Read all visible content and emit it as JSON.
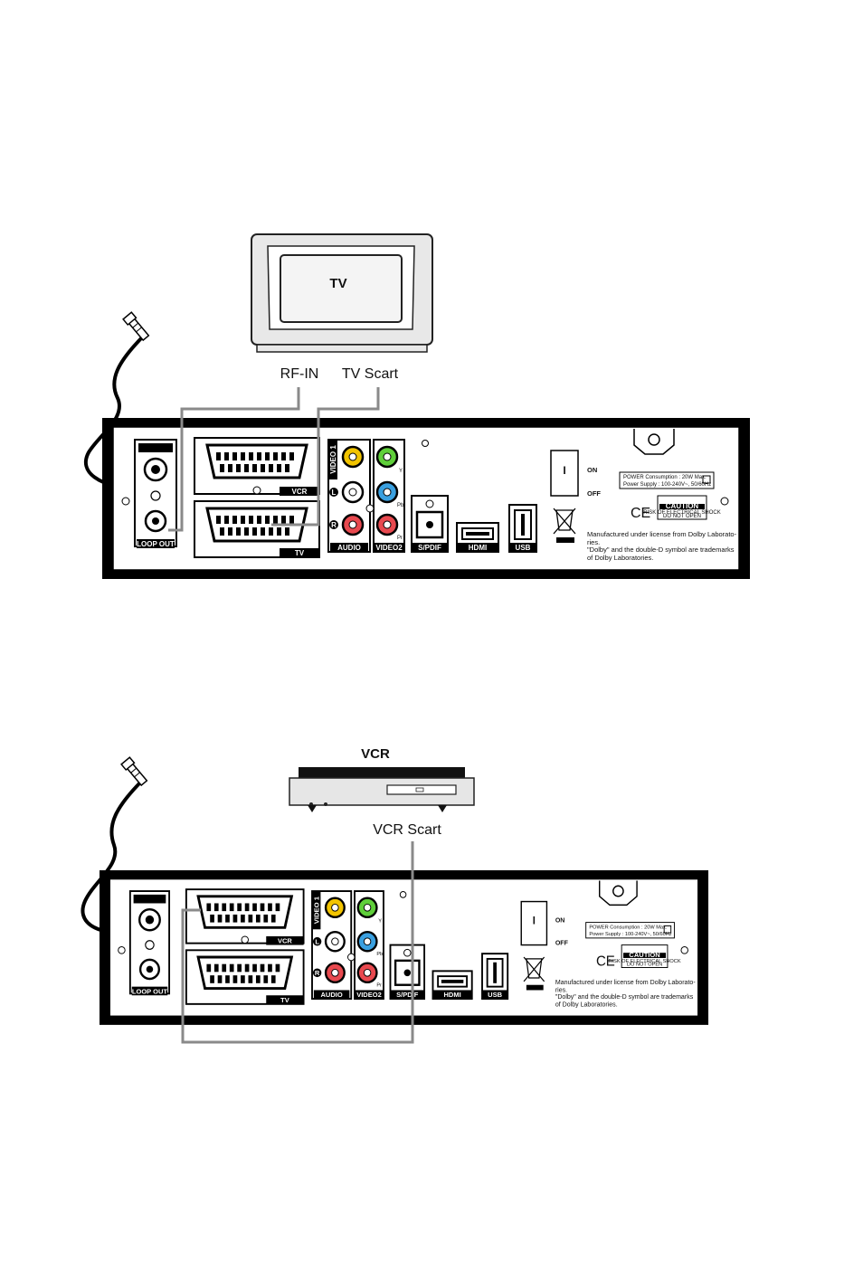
{
  "diagram1": {
    "tv_label": "TV",
    "rf_in_label": "RF-IN",
    "tv_scart_label": "TV Scart"
  },
  "diagram2": {
    "vcr_label": "VCR",
    "vcr_scart_label": "VCR Scart"
  },
  "receiver": {
    "loop_out": "LOOP OUT",
    "vcr": "VCR",
    "tv": "TV",
    "video1": "VIDEO 1",
    "video2": "VIDEO2",
    "audio": "AUDIO",
    "y": "Y",
    "pb": "Pb",
    "pr": "Pr",
    "l": "L",
    "r": "R",
    "spdif": "S/PDIF",
    "hdmi": "HDMI",
    "usb": "USB",
    "on": "ON",
    "off": "OFF",
    "switch_mark": "I",
    "power_line1": "POWER Consumption : 20W Max.",
    "power_line2": "Power Supply : 100-240V~, 50/60Hz",
    "ce": "CE",
    "caution": "CAUTION",
    "caution_line1": "RISK OF ELECTRICAL SHOCK",
    "caution_line2": "DO NOT OPEN",
    "dolby_line1": "Manufactured under license from Dolby Laborato-",
    "dolby_line2": "ries.",
    "dolby_line3": "\"Dolby\" and the double-D symbol are trademarks",
    "dolby_line4": "of Dolby Laboratories."
  },
  "colors": {
    "yellow": "#f2c400",
    "green": "#5fcf3a",
    "blue": "#3aa0e0",
    "red": "#e8494f",
    "cable_grey": "#8a8a8a"
  }
}
